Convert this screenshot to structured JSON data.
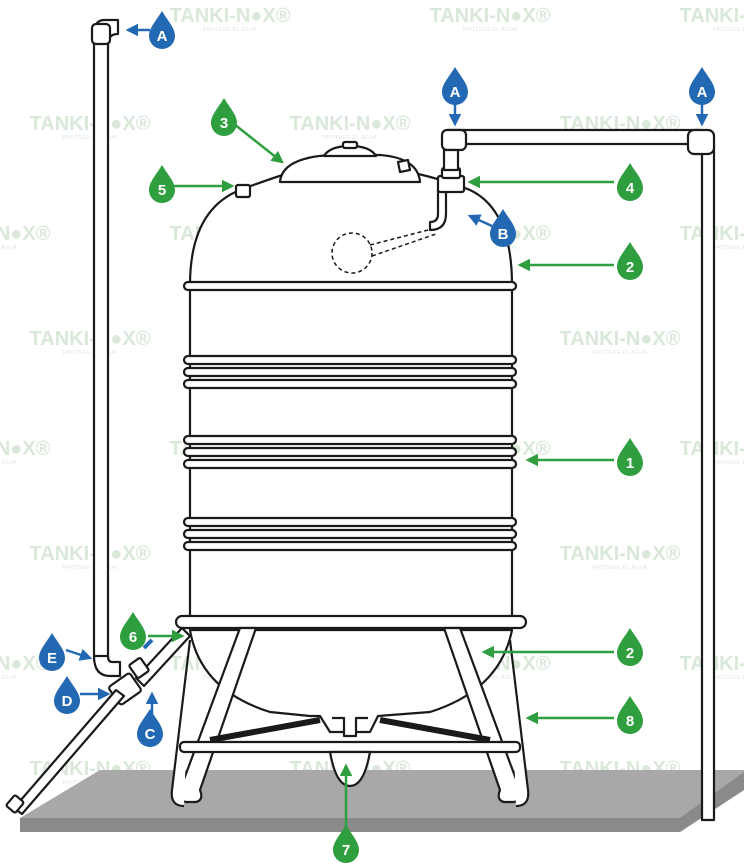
{
  "watermark": {
    "brand": "TANKI-N●X®",
    "tagline": "PROTEGE EL AGUA"
  },
  "colors": {
    "green": "#2e9e3e",
    "blue": "#2368b3",
    "floor": "#a8a8a8",
    "floor_edge": "#8a8a8a",
    "watermark": "#d9e8d9"
  },
  "labels": {
    "a1": "A",
    "a2": "A",
    "a3": "A",
    "b": "B",
    "c": "C",
    "d": "D",
    "e": "E",
    "n1": "1",
    "n2_top": "2",
    "n2_bottom": "2",
    "n3": "3",
    "n4": "4",
    "n5": "5",
    "n6": "6",
    "n7": "7",
    "n8": "8"
  }
}
